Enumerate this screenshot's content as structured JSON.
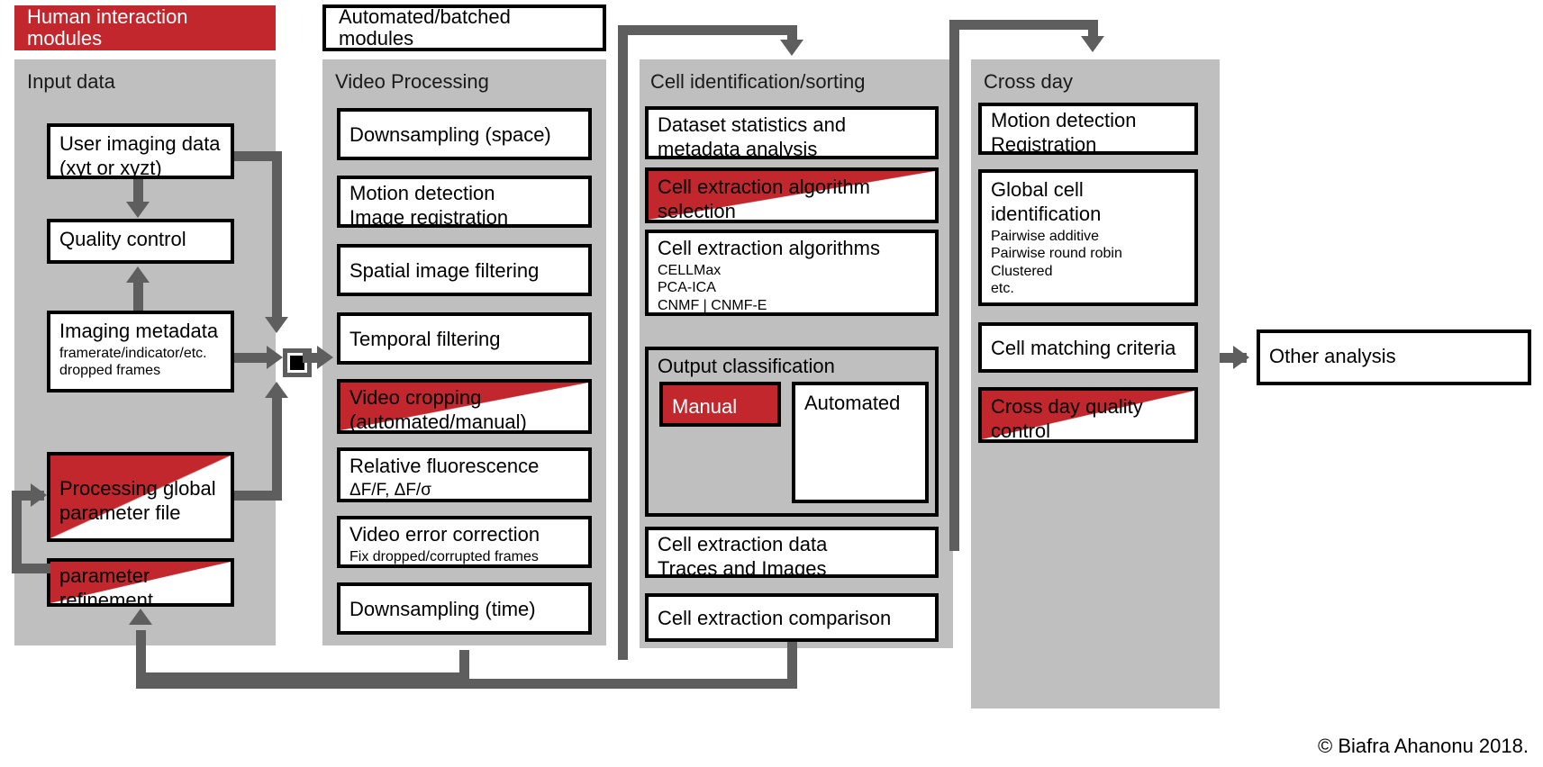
{
  "legend": {
    "human": "Human interaction modules",
    "automated": "Automated/batched modules"
  },
  "colors": {
    "human_red": "#c1272d",
    "panel_gray": "#bfbfbf",
    "arrow_gray": "#5e5e5e",
    "box_border": "#000000"
  },
  "columns": [
    {
      "title": "Input data",
      "boxes": [
        {
          "title": "User imaging data\n(xyt or xyzt)",
          "sub": "",
          "style": "white"
        },
        {
          "title": "Quality control",
          "sub": "",
          "style": "white"
        },
        {
          "title": "Imaging metadata",
          "sub": "framerate/indicator/etc.\ndropped frames",
          "style": "white"
        },
        {
          "title": "Processing global\nparameter file",
          "sub": "",
          "style": "half-red"
        },
        {
          "title": "parameter\nrefinement",
          "sub": "",
          "style": "half-red"
        }
      ]
    },
    {
      "title": "Video Processing",
      "boxes": [
        {
          "title": "Downsampling  (space)",
          "sub": "",
          "style": "white"
        },
        {
          "title": "Motion detection\nImage registration",
          "sub": "",
          "style": "white"
        },
        {
          "title": "Spatial image  filtering",
          "sub": "",
          "style": "white"
        },
        {
          "title": "Temporal filtering",
          "sub": "",
          "style": "white"
        },
        {
          "title": "Video cropping\n(automated/manual)",
          "sub": "",
          "style": "half-red"
        },
        {
          "title": "Relative fluorescence",
          "sub": "ΔF/F, ΔF/σ",
          "style": "white"
        },
        {
          "title": "Video error correction",
          "sub": "Fix dropped/corrupted frames",
          "style": "white"
        },
        {
          "title": "Downsampling  (time)",
          "sub": "",
          "style": "white"
        }
      ]
    },
    {
      "title": "Cell identification/sorting",
      "boxes": [
        {
          "title": "Dataset statistics and\nmetadata analysis",
          "sub": "",
          "style": "white"
        },
        {
          "title": "Cell extraction algorithm\nselection",
          "sub": "",
          "style": "half-red"
        },
        {
          "title": "Cell extraction algorithms",
          "sub": "CELLMax\nPCA-ICA\nCNMF | CNMF-E\nEXTRACT | ROI",
          "style": "white"
        },
        {
          "title": "Cell extraction data\nTraces and Images",
          "sub": "",
          "style": "white"
        },
        {
          "title": "Cell extraction comparison",
          "sub": "",
          "style": "white"
        }
      ],
      "subgroup": {
        "title": "Output classification",
        "boxes": [
          {
            "title": "Manual",
            "style": "full-red"
          },
          {
            "title": "Automated",
            "style": "white"
          }
        ]
      }
    },
    {
      "title": "Cross day",
      "boxes": [
        {
          "title": "Motion detection\nRegistration",
          "sub": "",
          "style": "white"
        },
        {
          "title": "Global cell\nidentification",
          "sub": "Pairwise additive\nPairwise round robin\nClustered\netc.",
          "style": "white"
        },
        {
          "title": "Cell matching criteria",
          "sub": "",
          "style": "white"
        },
        {
          "title": "Cross day quality\ncontrol",
          "sub": "",
          "style": "half-red"
        }
      ]
    }
  ],
  "terminal": {
    "title": "Other analysis"
  },
  "copyright": "© Biafra Ahanonu 2018."
}
